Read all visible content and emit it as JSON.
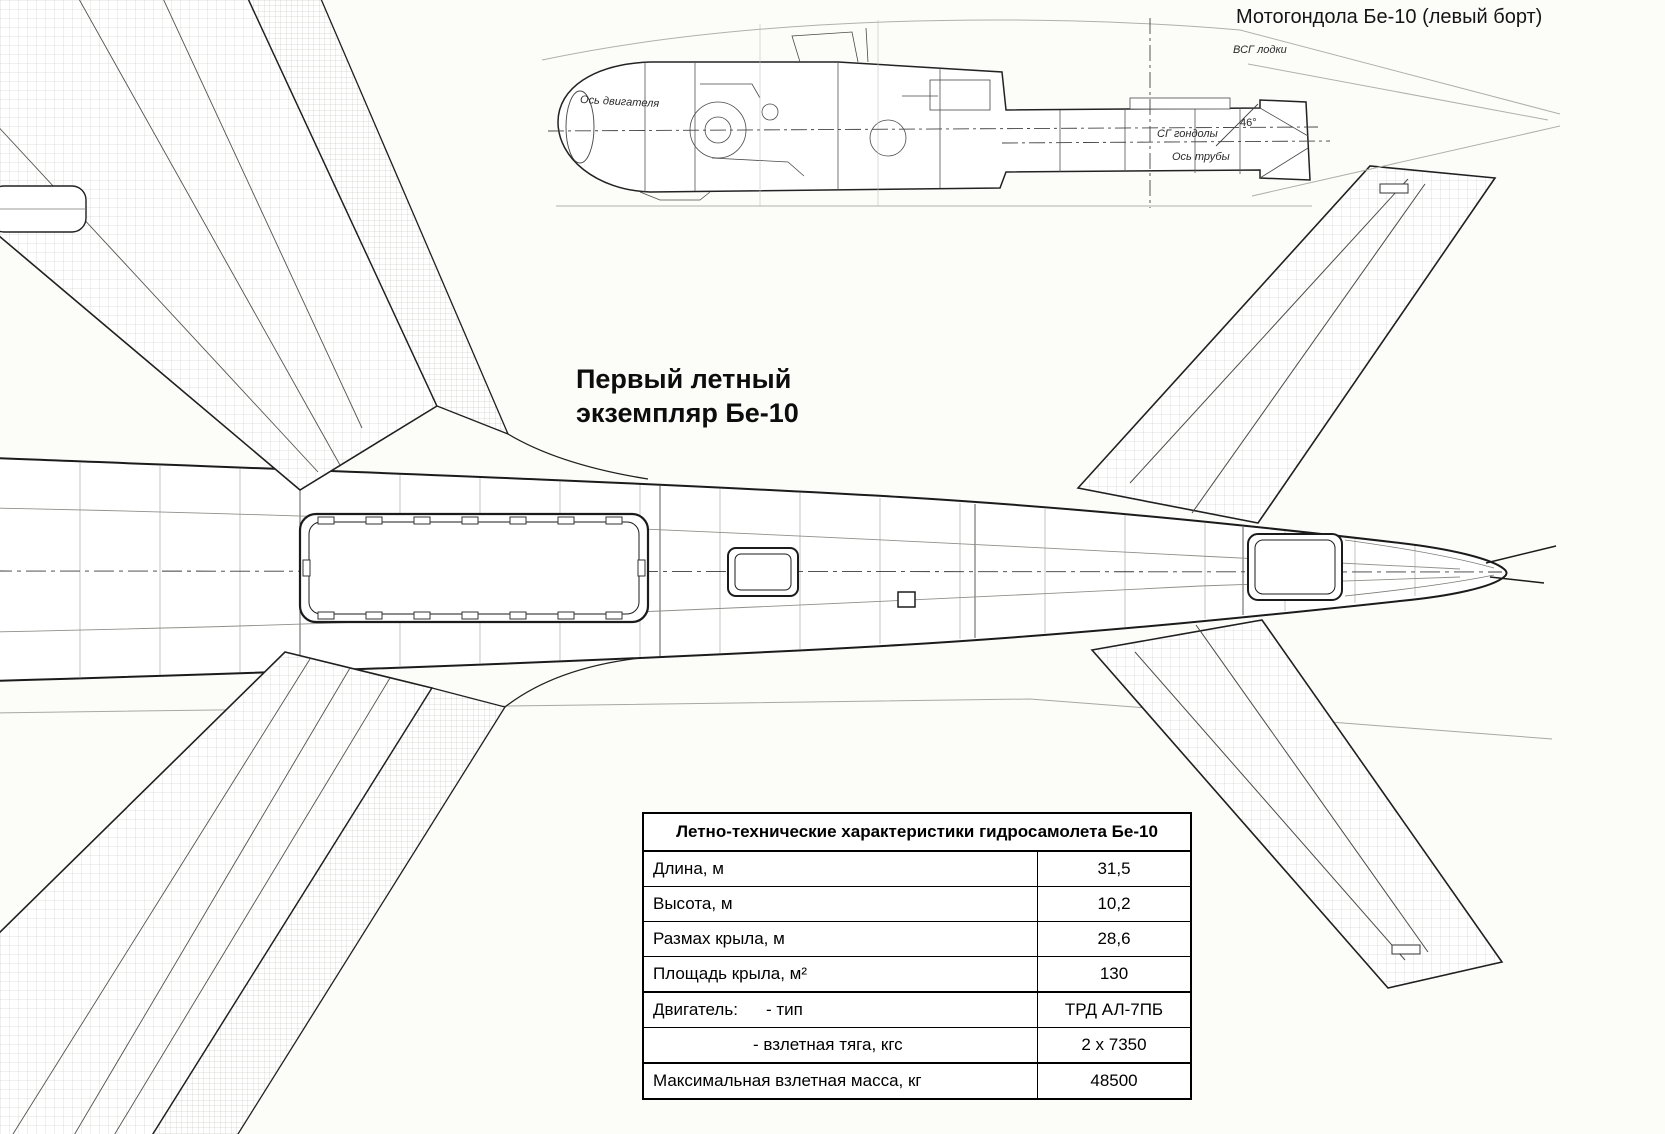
{
  "header": {
    "nacelle_caption": "Мотогондола Бе-10 (левый борт)"
  },
  "main_caption": {
    "line1": "Первый летный",
    "line2": "экземпляр Бе-10"
  },
  "nacelle_labels": {
    "engine_axis": "Ось двигателя",
    "hull_waterline": "ВСГ лодки",
    "nacelle_cg": "СГ гондолы",
    "pipe_axis": "Ось трубы",
    "angle": "46°"
  },
  "spec_table": {
    "title": "Летно-технические характеристики гидросамолета Бе-10",
    "rows": [
      {
        "label": "Длина, м",
        "value": "31,5"
      },
      {
        "label": "Высота, м",
        "value": "10,2"
      },
      {
        "label": "Размах крыла, м",
        "value": "28,6"
      },
      {
        "label": "Площадь крыла, м²",
        "value": "130"
      },
      {
        "label": "Двигатель:",
        "label2": "- тип",
        "value": "ТРД АЛ-7ПБ"
      },
      {
        "label": "- взлетная тяга, кгс",
        "value": "2 х 7350"
      },
      {
        "label": "Максимальная взлетная масса, кг",
        "value": "48500"
      }
    ]
  }
}
